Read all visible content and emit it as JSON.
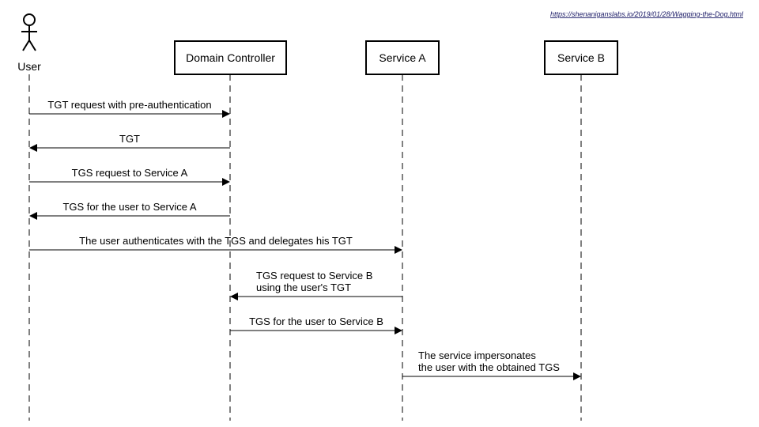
{
  "source_url": "https://shenaniganslabs.io/2019/01/28/Wagging-the-Dog.html",
  "participants": {
    "user": "User",
    "dc": "Domain Controller",
    "service_a": "Service A",
    "service_b": "Service B"
  },
  "messages": [
    {
      "line1": "TGT request with pre-authentication",
      "line2": ""
    },
    {
      "line1": "TGT",
      "line2": ""
    },
    {
      "line1": "TGS request to Service A",
      "line2": ""
    },
    {
      "line1": "TGS for the user to Service A",
      "line2": ""
    },
    {
      "line1": "The user authenticates with the TGS and delegates his TGT",
      "line2": ""
    },
    {
      "line1": "TGS request to Service B",
      "line2": "using the user's TGT"
    },
    {
      "line1": "TGS for the user to Service B",
      "line2": ""
    },
    {
      "line1": "The service impersonates",
      "line2": "the user with the obtained TGS"
    }
  ]
}
